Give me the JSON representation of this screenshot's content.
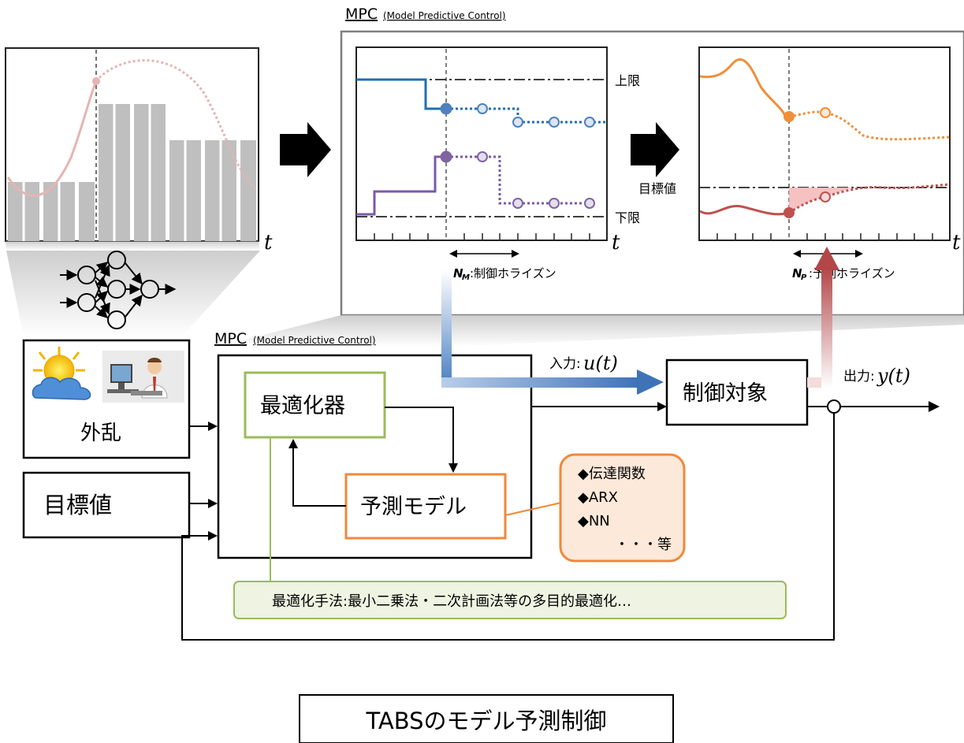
{
  "mpc_top": {
    "label_main": "MPC",
    "label_sub": "(Model Predictive Control)"
  },
  "mpc_block": {
    "label_main": "MPC",
    "label_sub": "(Model Predictive Control)"
  },
  "axis_t": "t",
  "chart_left": {
    "upper": "上限",
    "lower": "下限"
  },
  "horizon_control": {
    "symbol": "N",
    "sub": "M",
    "text": ":制御ホライズン"
  },
  "horizon_predict": {
    "symbol": "N",
    "sub": "P",
    "text": ":予測ホライズン"
  },
  "target_label": "目標値",
  "blocks": {
    "disturbance": "外乱",
    "setpoint": "目標値",
    "optimizer": "最適化器",
    "model": "予測モデル",
    "plant": "制御対象"
  },
  "input_label": {
    "text": "入力:",
    "math": "u(t)"
  },
  "output_label": {
    "text": "出力:",
    "math": "y(t)"
  },
  "model_types": [
    "◆伝達関数",
    "◆ARX",
    "◆NN",
    "・・・等"
  ],
  "optimization_note": "最適化手法:最小二乗法・二次計画法等の多目的最適化…",
  "title": "TABSのモデル予測制御",
  "colors": {
    "blue_line": "#1f6fb0",
    "purple_line": "#7b5aa6",
    "orange_line": "#ef8f3a",
    "red_line": "#c0504d",
    "green_box": "#9bbb59",
    "orange_box": "#f0883a",
    "note_fill": "#eef3e2",
    "model_fill": "#fde9d9",
    "bar_gray": "#bfbfbf"
  }
}
